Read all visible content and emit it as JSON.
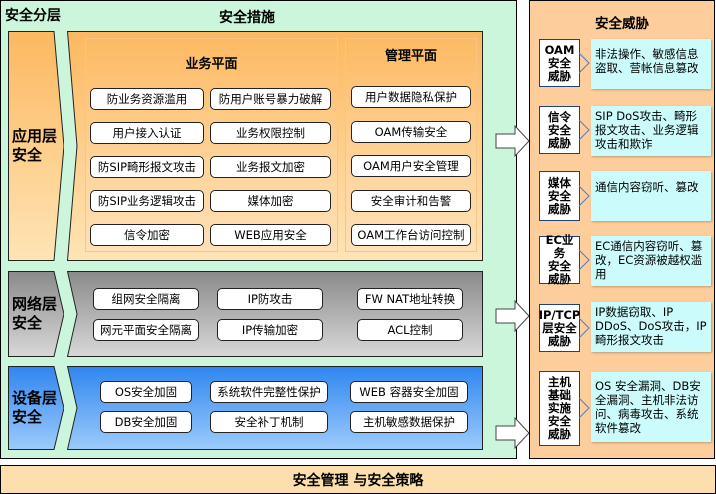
{
  "headers": {
    "layers": "安全分层",
    "measures": "安全措施"
  },
  "layers": {
    "application": {
      "label": "应用层\n安全",
      "line1": "应用层",
      "line2": "安全",
      "business_plane": {
        "title": "业务平面",
        "items": [
          "防业务资源滥用",
          "防用户账号暴力破解",
          "用户接入认证",
          "业务权限控制",
          "防SIP畸形报文攻击",
          "业务报文加密",
          "防SIP业务逻辑攻击",
          "媒体加密",
          "信令加密",
          "WEB应用安全"
        ]
      },
      "management_plane": {
        "title": "管理平面",
        "items": [
          "用户数据隐私保护",
          "OAM传输安全",
          "OAM用户安全管理",
          "安全审计和告警",
          "OAM工作台访问控制"
        ]
      }
    },
    "network": {
      "line1": "网络层",
      "line2": "安全",
      "items": [
        "组网安全隔离",
        "IP防攻击",
        "FW NAT地址转换",
        "网元平面安全隔离",
        "IP传输加密",
        "ACL控制"
      ]
    },
    "device": {
      "line1": "设备层",
      "line2": "安全",
      "items": [
        "OS安全加固",
        "系统软件完整性保护",
        "WEB 容器安全加固",
        "DB安全加固",
        "安全补丁机制",
        "主机敏感数据保护"
      ]
    }
  },
  "threats": {
    "title": "安全威胁",
    "items": [
      {
        "label": "OAM\n安全\n威胁",
        "desc": "非法操作、敏感信息盗取、营帐信息篡改"
      },
      {
        "label": "信令\n安全\n威胁",
        "desc": "SIP DoS攻击、畸形报文攻击、业务逻辑攻击和欺诈"
      },
      {
        "label": "媒体\n安全\n威胁",
        "desc": "通信内容窃听、篡改"
      },
      {
        "label": "EC业务\n安全\n威胁",
        "desc": "EC通信内容窃听、篡改，EC资源被越权滥用"
      },
      {
        "label": "IP/TCP\n层安全\n威胁",
        "desc": "IP数据窃取、IP DDoS、DoS攻击，IP畸形报文攻击"
      },
      {
        "label": "主机\n基础\n实施\n安全\n威胁",
        "desc": "OS 安全漏洞、DB安全漏洞、主机非法访问、病毒攻击、系统软件篡改"
      }
    ]
  },
  "footer": {
    "title": "安全管理 与安全策略"
  },
  "colors": {
    "measures_background": "#ccf6dc",
    "application_layer": "#fdba63",
    "network_layer": "#999999",
    "device_layer": "#3b93f5",
    "threat_panel": "#fdcd9b",
    "threat_desc": "#ccfbfb",
    "footer": "#fddfad"
  }
}
